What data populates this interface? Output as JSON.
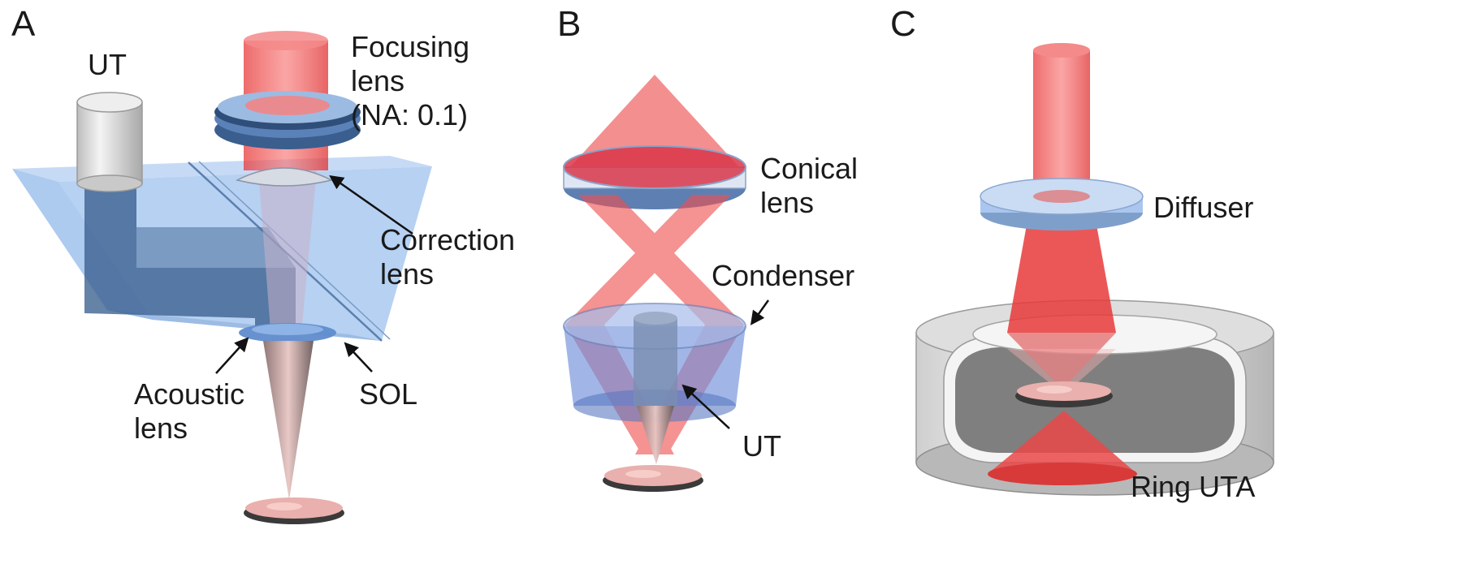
{
  "panels": {
    "a": {
      "letter": "A",
      "labels": {
        "ut": "UT",
        "focusing_1": "Focusing",
        "focusing_2": "lens",
        "focusing_3": "(NA: 0.1)",
        "correction_1": "Correction",
        "correction_2": "lens",
        "acoustic_1": "Acoustic",
        "acoustic_2": "lens",
        "sol": "SOL"
      }
    },
    "b": {
      "letter": "B",
      "labels": {
        "conical_1": "Conical",
        "conical_2": "lens",
        "condenser": "Condenser",
        "ut": "UT"
      }
    },
    "c": {
      "letter": "C",
      "labels": {
        "diffuser": "Diffuser",
        "ring_uta": "Ring UTA"
      }
    }
  },
  "colors": {
    "laser": "#f04545",
    "glass": "#8fb8ec",
    "acoustic": "#3a5f8e",
    "transducer": "#d0d0d0",
    "tissue": "#e7a9a6"
  }
}
